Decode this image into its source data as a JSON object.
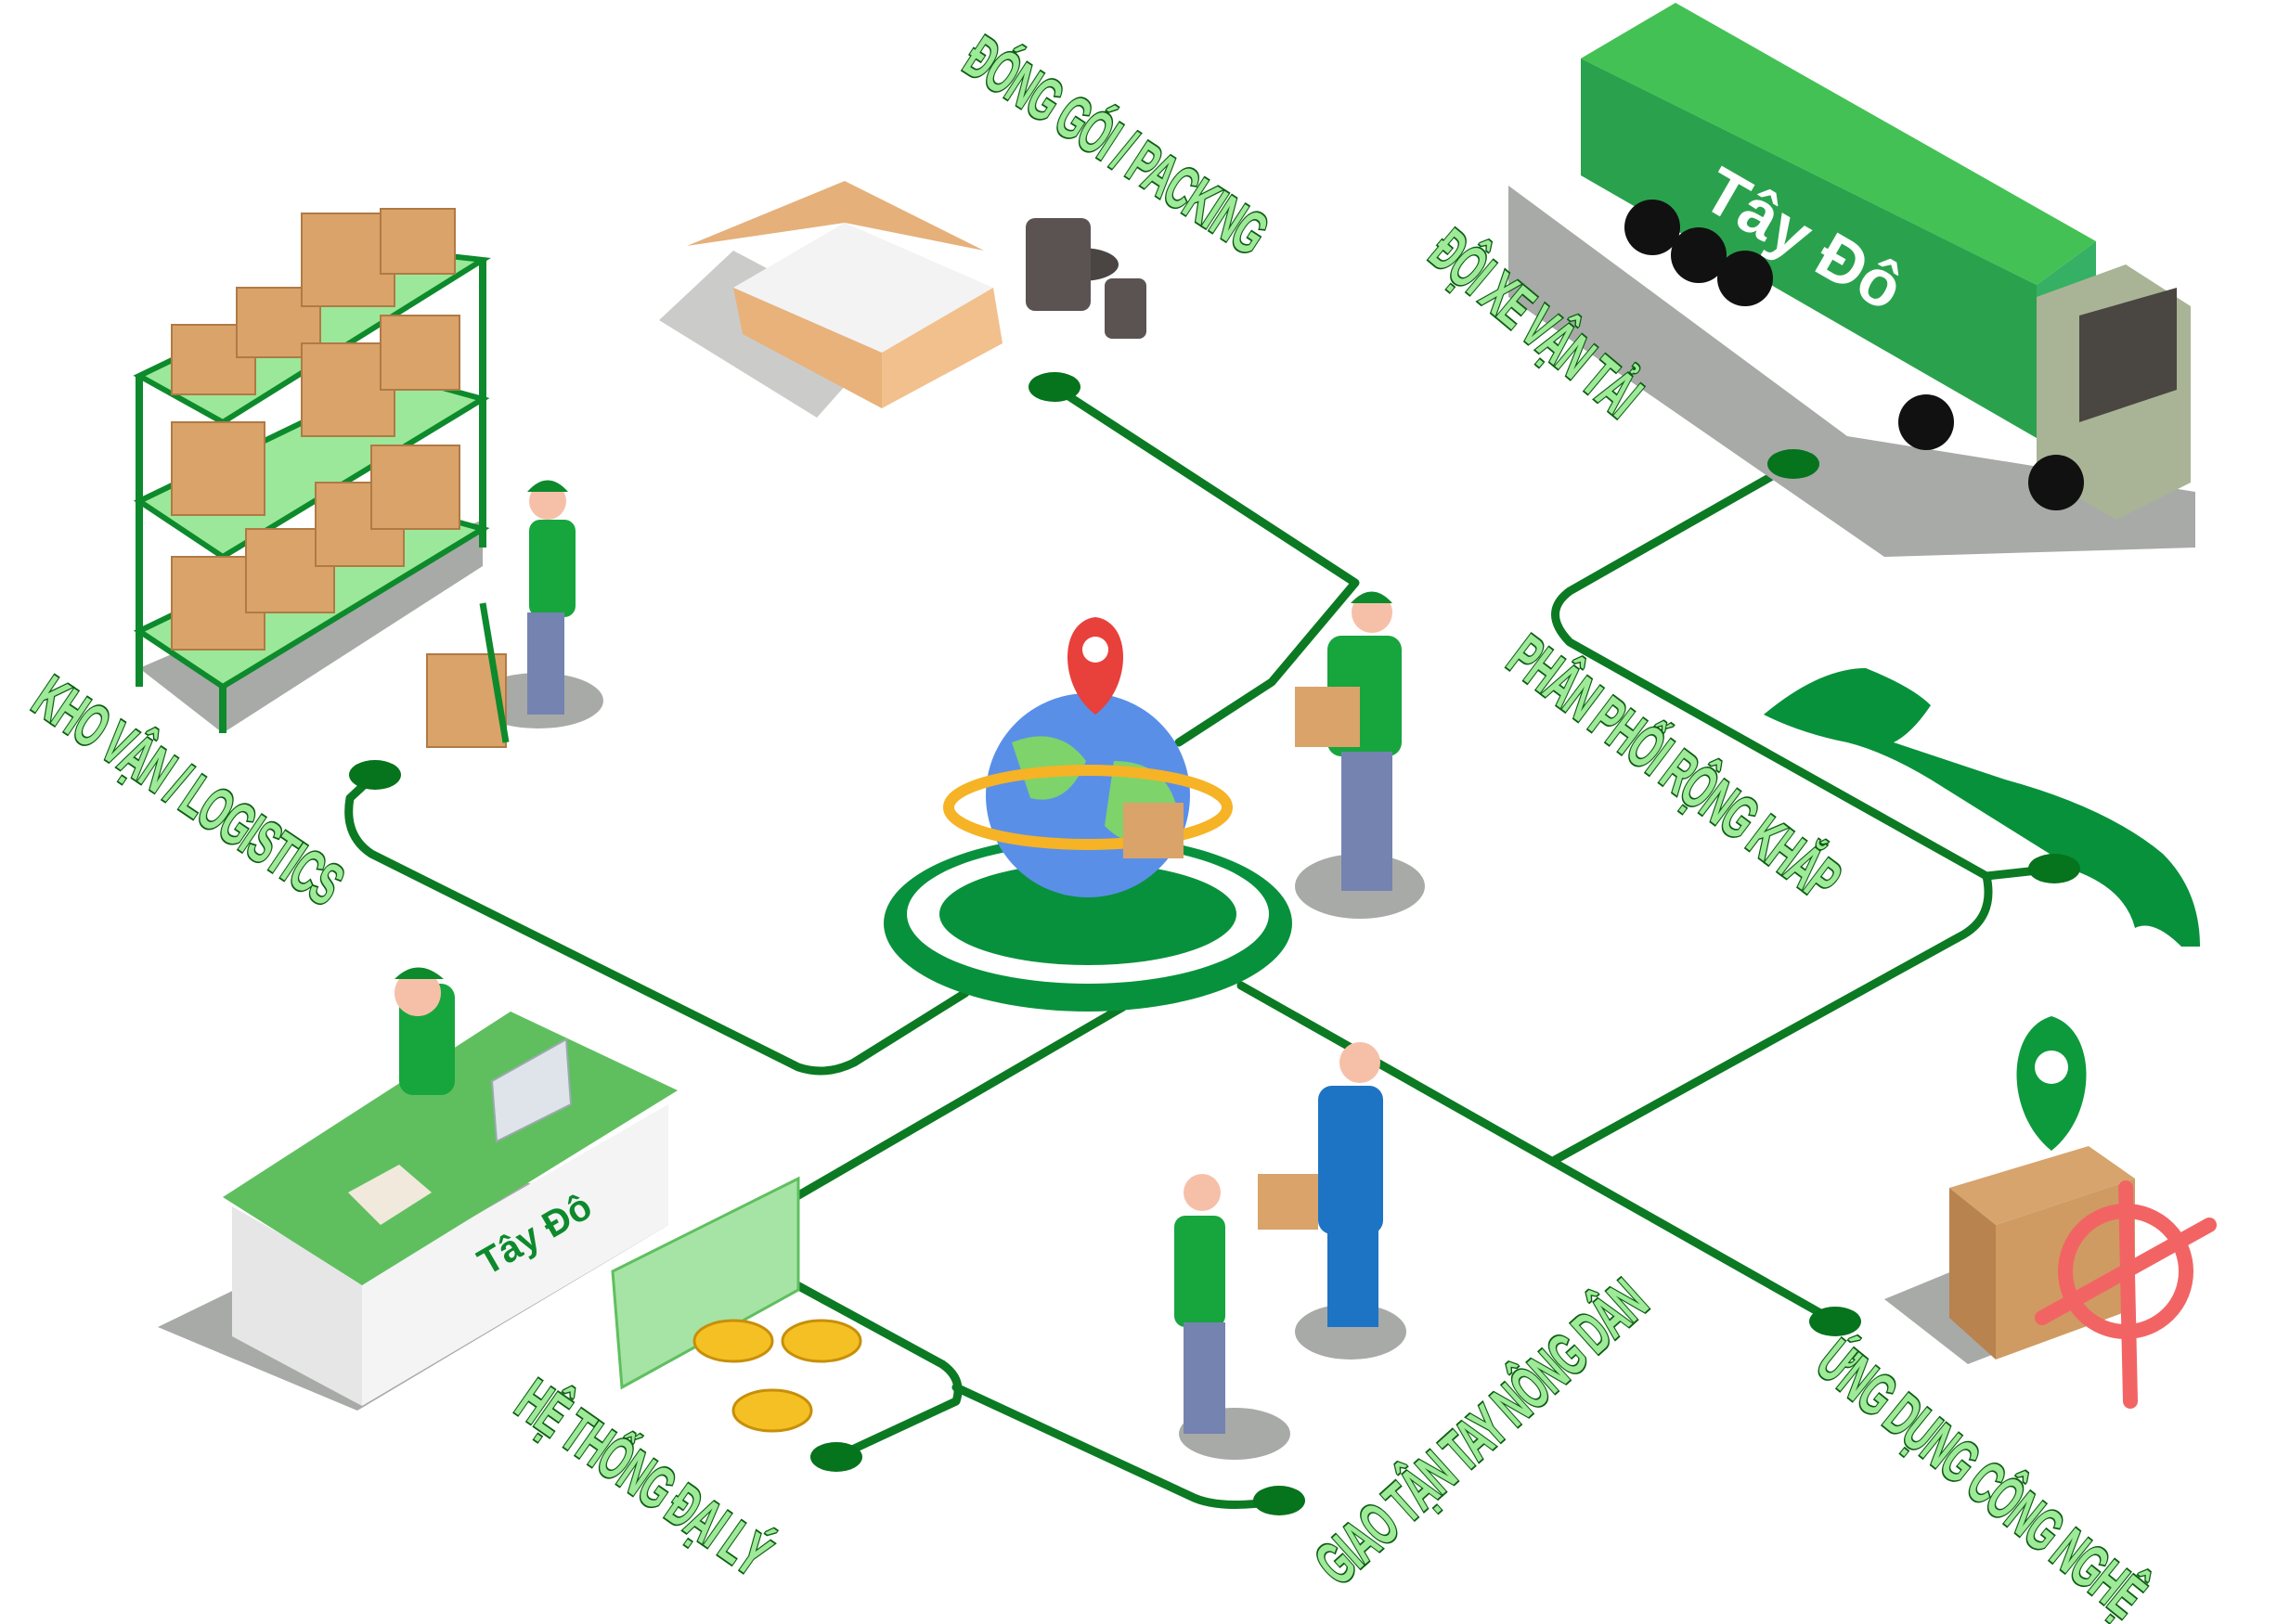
{
  "title": "Tây Đô logistics ecosystem",
  "brand": {
    "name": "Tây Đô",
    "primary_color": "#0b7a22",
    "label_fill": "#9eea98",
    "label_outline": "#0b5c12"
  },
  "nodes": [
    {
      "id": "packing",
      "label": "ĐÓNG GÓI / PACKING"
    },
    {
      "id": "fleet",
      "label": "ĐỘI XE VẬN TẢI"
    },
    {
      "id": "logistics",
      "label": "KHO VẬN / LOGISTICS"
    },
    {
      "id": "distribution",
      "label": "PHÂN PHỐI RỘNG KHẮP"
    },
    {
      "id": "agency",
      "label": "HỆ THỐNG ĐẠI LÝ"
    },
    {
      "id": "farmer",
      "label": "GIAO TẬN TAY NÔNG DÂN"
    },
    {
      "id": "technology",
      "label": "ỨNG DỤNG CÔNG NGHỆ"
    }
  ]
}
